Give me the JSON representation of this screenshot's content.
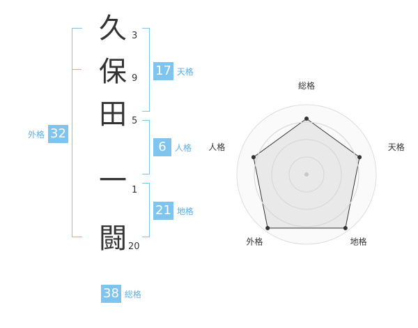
{
  "name": {
    "chars": [
      {
        "kanji": "久",
        "strokes": "3"
      },
      {
        "kanji": "保",
        "strokes": "9"
      },
      {
        "kanji": "田",
        "strokes": "5"
      },
      {
        "kanji": "一",
        "strokes": "1"
      },
      {
        "kanji": "闘",
        "strokes": "20"
      }
    ]
  },
  "scores": {
    "tenkaku": {
      "value": "17",
      "label": "天格"
    },
    "jinkaku": {
      "value": "6",
      "label": "人格"
    },
    "chikaku": {
      "value": "21",
      "label": "地格"
    },
    "gaikaku": {
      "value": "32",
      "label": "外格"
    },
    "soukaku": {
      "value": "38",
      "label": "総格"
    }
  },
  "colors": {
    "accent": "#7fc4ee",
    "accent_text": "#5ab0e6"
  },
  "chart_data": {
    "type": "radar",
    "axes": [
      "総格",
      "天格",
      "地格",
      "外格",
      "人格"
    ],
    "values": [
      0.8,
      0.8,
      0.95,
      0.95,
      0.8
    ],
    "rings": 4
  }
}
